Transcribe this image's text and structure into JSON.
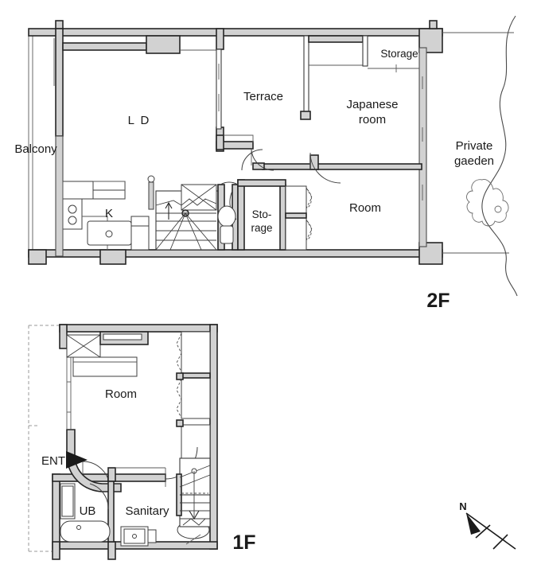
{
  "document": {
    "type": "residential-floor-plan",
    "floors": [
      {
        "id": "2f",
        "label": "2F",
        "rooms": [
          {
            "name": "balcony",
            "label": "Balcony"
          },
          {
            "name": "ld",
            "label": "L D"
          },
          {
            "name": "kitchen",
            "label": "K"
          },
          {
            "name": "terrace",
            "label": "Terrace"
          },
          {
            "name": "japanese-room",
            "label_line1": "Japanese",
            "label_line2": "room"
          },
          {
            "name": "storage-upper",
            "label": "Storage"
          },
          {
            "name": "storage-mid",
            "label_line1": "Sto-",
            "label_line2": "rage"
          },
          {
            "name": "room",
            "label": "Room"
          },
          {
            "name": "private-garden",
            "label_line1": "Private",
            "label_line2": "gaeden"
          }
        ]
      },
      {
        "id": "1f",
        "label": "1F",
        "rooms": [
          {
            "name": "room",
            "label": "Room"
          },
          {
            "name": "unit-bath",
            "label": "UB"
          },
          {
            "name": "sanitary",
            "label": "Sanitary"
          }
        ],
        "markers": [
          {
            "name": "entrance",
            "label": "ENT"
          }
        ]
      }
    ],
    "compass": {
      "label": "N"
    },
    "colors": {
      "wall_fill": "#d2d2d2",
      "wall_stroke": "#262626",
      "text": "#1a1a1a",
      "background": "#ffffff",
      "fixture_stroke": "#3f3f3f"
    }
  }
}
